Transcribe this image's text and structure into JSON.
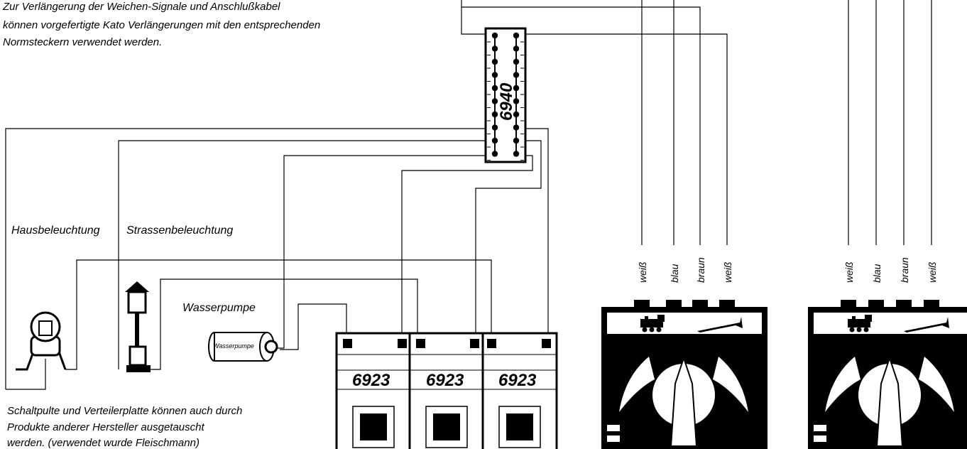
{
  "notes": {
    "top_line1": "Zur Verlängerung der Weichen-Signale und Anschlußkabel",
    "top_line2": "können vorgefertigte Kato Verlängerungen mit den entsprechenden",
    "top_line3": "Normsteckern verwendet werden.",
    "bottom_line1": "Schaltpulte und Verteilerplatte können auch durch",
    "bottom_line2": "Produkte anderer Hersteller ausgetauscht",
    "bottom_line3": "werden. (verwendet wurde Fleischmann)"
  },
  "labels": {
    "house_lighting": "Hausbeleuchtung",
    "street_lighting": "Strassenbeleuchtung",
    "water_pump": "Wasserpumpe",
    "water_pump_small": "Wasserpumpe"
  },
  "distributor": {
    "number": "6940"
  },
  "switch_panels": [
    {
      "number": "6923"
    },
    {
      "number": "6923"
    },
    {
      "number": "6923"
    }
  ],
  "controllers": [
    {
      "wires": [
        "weiß",
        "blau",
        "braun",
        "weiß"
      ]
    },
    {
      "wires": [
        "weiß",
        "blau",
        "braun",
        "weiß"
      ]
    }
  ],
  "colors": {
    "ink": "#000000",
    "paper": "#ffffff"
  }
}
